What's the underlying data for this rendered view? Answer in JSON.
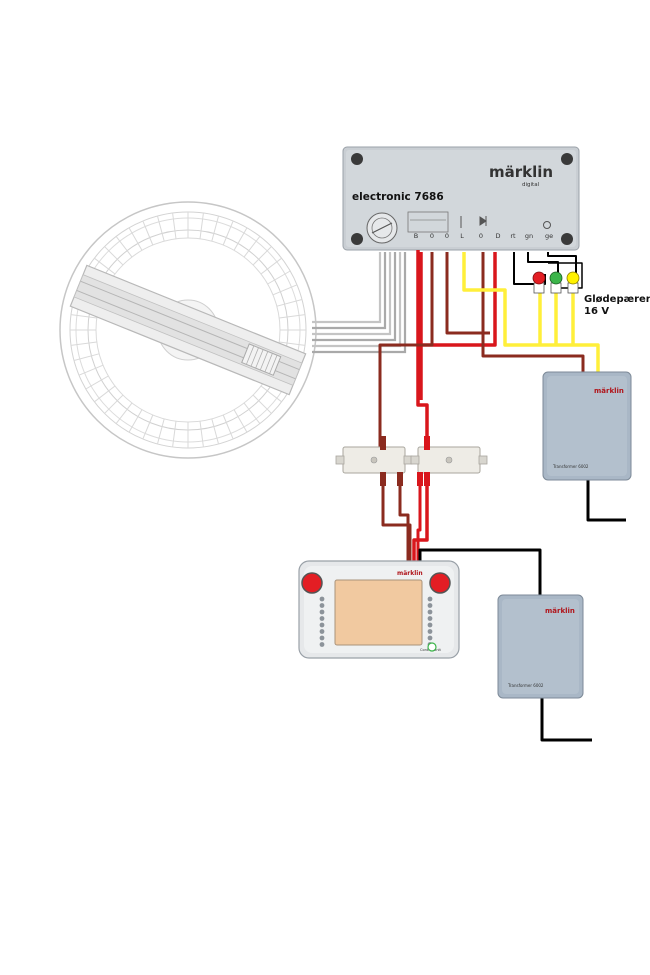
{
  "decoder": {
    "model": "electronic 7686",
    "brand": "märklin",
    "brand_sub": "digital",
    "terminal_labels": [
      "B",
      "0",
      "0",
      "L",
      "0",
      "D",
      "rt",
      "gn",
      "ge"
    ]
  },
  "lamps_label": {
    "line1": "Glødepærer",
    "line2": "16 V"
  },
  "transformer_top": {
    "brand": "märklin",
    "model": "Transformer 6002"
  },
  "transformer_bottom": {
    "brand": "märklin",
    "model": "Transformer 6002"
  },
  "control_unit": {
    "brand": "märklin",
    "model": "Control Unit"
  },
  "colors": {
    "wire_red": "#d9161c",
    "wire_brown": "#8b2b1f",
    "wire_yellow": "#ffef3a",
    "wire_black": "#000000",
    "wire_gray": "#9a9a9a",
    "lamp_red": "#e31e24",
    "lamp_green": "#3cb54a",
    "lamp_yellow": "#fff200",
    "device_gray": "#c9ced3",
    "transformer_blue": "#a9b7c6",
    "screen_tan": "#f1c9a0"
  }
}
